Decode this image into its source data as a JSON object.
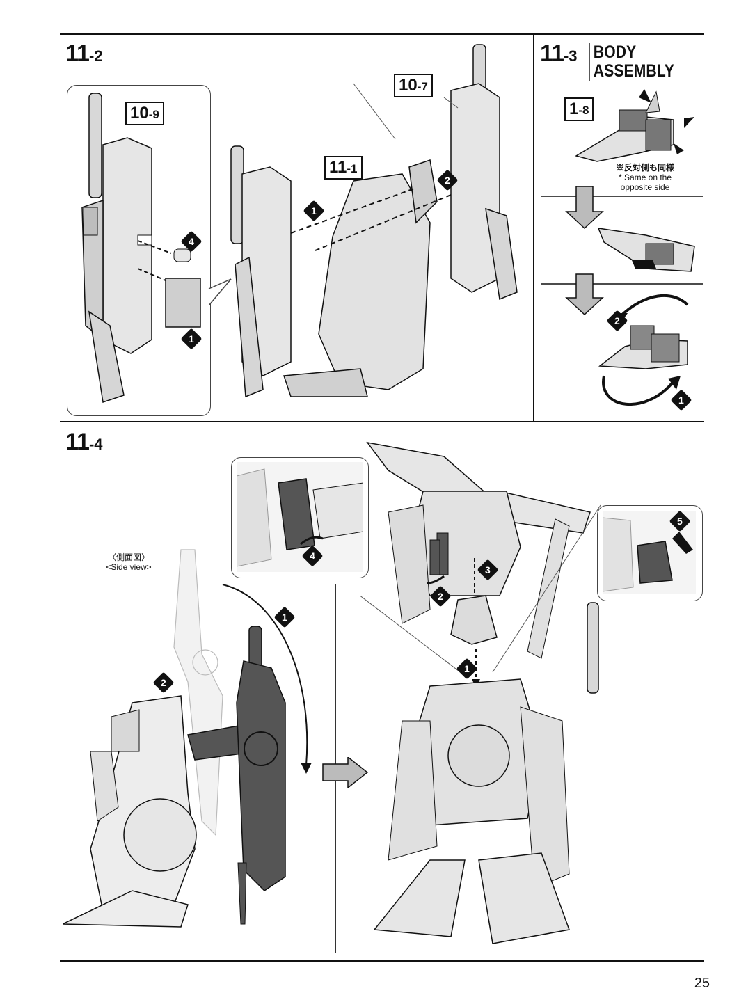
{
  "steps": {
    "s11_2": {
      "major": "11",
      "minor": "-2"
    },
    "s11_3": {
      "major": "11",
      "minor": "-3",
      "title_line1": "BODY",
      "title_line2": "ASSEMBLY"
    },
    "s11_4": {
      "major": "11",
      "minor": "-4"
    }
  },
  "refs": {
    "r10_9": {
      "major": "10",
      "minor": "-9"
    },
    "r10_7": {
      "major": "10",
      "minor": "-7"
    },
    "r11_1": {
      "major": "11",
      "minor": "-1"
    },
    "r1_8": {
      "major": "1",
      "minor": "-8"
    }
  },
  "note": {
    "jp": "※反対側も同様",
    "en_line1": "* Same on the",
    "en_line2": "opposite side"
  },
  "side_view": {
    "jp": "〈側面図〉",
    "en": "<Side view>"
  },
  "badges": {
    "b1": "1",
    "b2": "2",
    "b3": "3",
    "b4": "4",
    "b5": "5"
  },
  "page_number": "25",
  "colors": {
    "ink": "#111111",
    "part_light": "#e6e6e6",
    "part_mid": "#bdbdbd",
    "part_dark": "#555555"
  }
}
